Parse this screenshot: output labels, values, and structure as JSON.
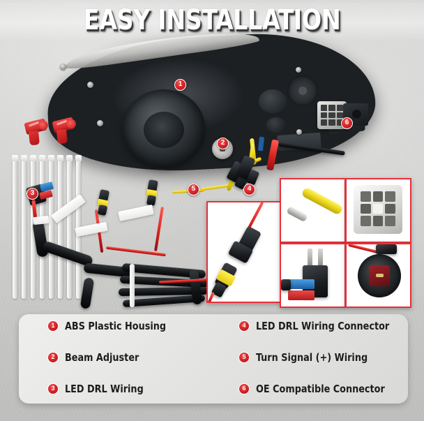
{
  "header": {
    "title": "EASY INSTALLATION"
  },
  "colors": {
    "accent_red": "#d8272b",
    "inset_border": "#e8303a",
    "background": "#cfcfce",
    "title_text": "#ffffff",
    "legend_panel": "#e8e8e6",
    "legend_text": "#1d1d1d"
  },
  "legend": {
    "left_column": [
      {
        "num": "1",
        "label": "ABS Plastic Housing"
      },
      {
        "num": "2",
        "label": "Beam Adjuster"
      },
      {
        "num": "3",
        "label": "LED DRL Wiring"
      }
    ],
    "right_column": [
      {
        "num": "4",
        "label": "LED DRL Wiring Connector"
      },
      {
        "num": "5",
        "label": "Turn Signal (+) Wiring"
      },
      {
        "num": "6",
        "label": "OE Compatible Connector"
      }
    ]
  },
  "callouts": [
    {
      "num": "1",
      "target": "abs-plastic-housing"
    },
    {
      "num": "2",
      "target": "beam-adjuster"
    },
    {
      "num": "3",
      "target": "led-drl-wiring"
    },
    {
      "num": "4",
      "target": "led-drl-wiring-connector"
    },
    {
      "num": "5",
      "target": "turn-signal-wiring"
    },
    {
      "num": "6",
      "target": "oe-compatible-connector"
    }
  ],
  "photo": {
    "main_subject": "headlight-assembly",
    "parts": [
      "red-scotch-lock-clips",
      "white-cable-ties",
      "led-drl-wiring-harness",
      "yellow-turn-signal-wire",
      "oe-compatible-connector"
    ]
  },
  "insets": [
    {
      "id": "inset-drl-connector",
      "content": "black-waterproof-connector-pair"
    },
    {
      "id": "inset-yellow-wire",
      "content": "yellow-wire-stripped-tip"
    },
    {
      "id": "inset-oe-socket-white",
      "content": "white-multi-pin-connector"
    },
    {
      "id": "inset-fuse-tap",
      "content": "add-a-circuit-fuse-tap"
    },
    {
      "id": "inset-bulb-socket",
      "content": "bulb-socket-receptacle"
    }
  ]
}
